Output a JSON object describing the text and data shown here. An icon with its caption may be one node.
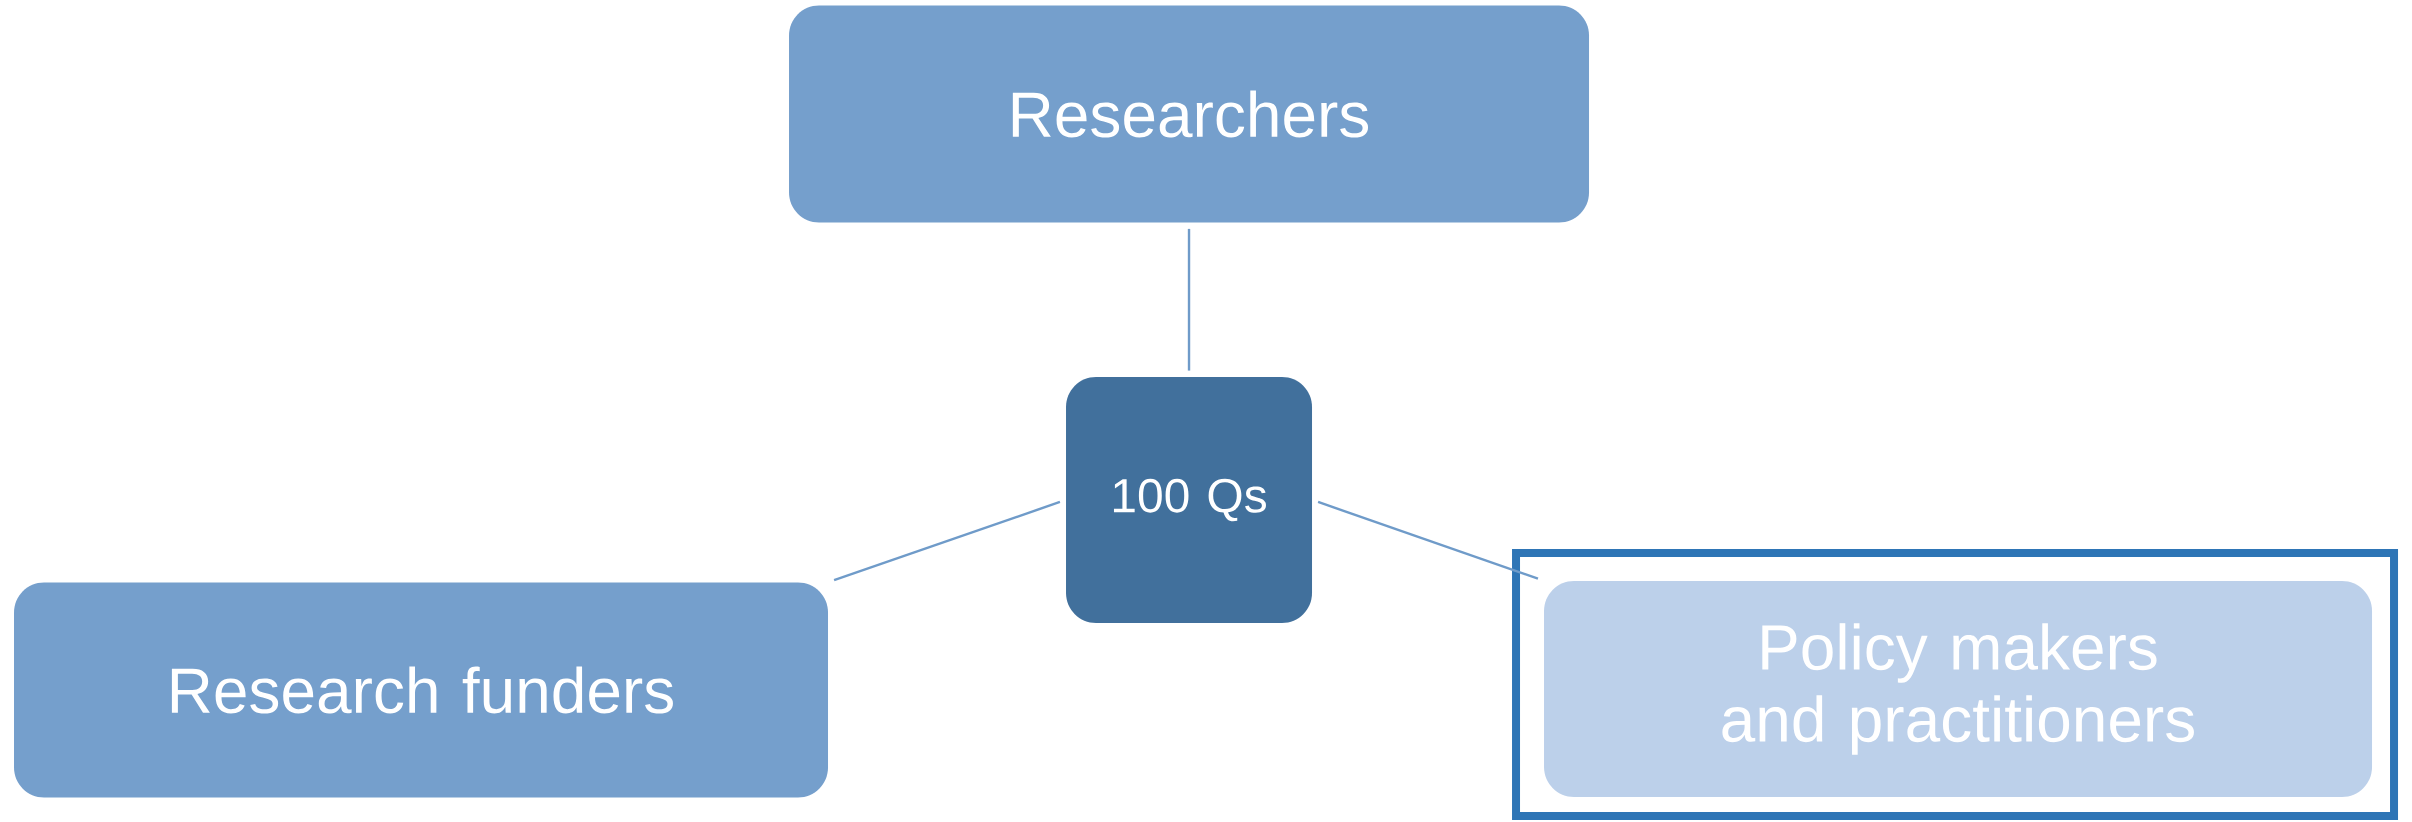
{
  "diagram": {
    "nodes": [
      {
        "text": [
          "Researchers"
        ]
      },
      {
        "text": [
          "100 Qs"
        ]
      },
      {
        "text": [
          "Research funders"
        ]
      },
      {
        "text": [
          "Policy makers and practitioners"
        ]
      }
    ],
    "edges": [
      {
        "from": 1,
        "to": 0,
        "arrow": "none"
      },
      {
        "from": 1,
        "to": 2,
        "arrow": "none"
      },
      {
        "from": 1,
        "to": 3,
        "arrow": "none"
      }
    ]
  }
}
